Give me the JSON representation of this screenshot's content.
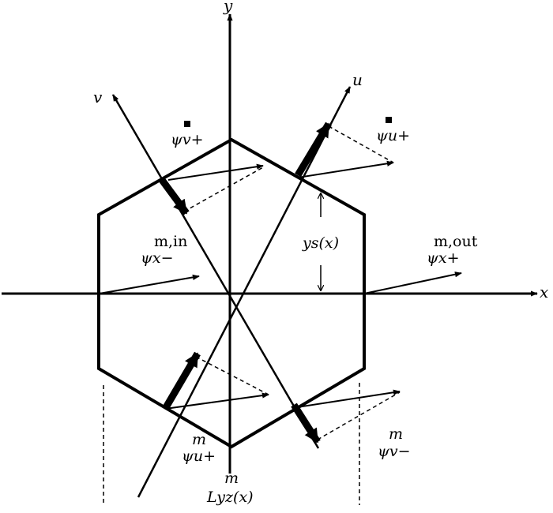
{
  "axes": {
    "x": "x",
    "y": "y",
    "u": "u",
    "v": "v"
  },
  "labels": {
    "psi_v_plus": {
      "sup": "",
      "main": "ψv+"
    },
    "psi_u_plus_top": {
      "sup": "",
      "main": "ψu+"
    },
    "psi_x_minus": {
      "sup": "m,in",
      "main": "ψx−"
    },
    "ys": "ys(x)",
    "psi_x_plus": {
      "sup": "m,out",
      "main": "ψx+"
    },
    "psi_u_plus_bottom": {
      "sup": "m",
      "main": "ψu+"
    },
    "psi_v_minus": {
      "sup": "m",
      "main": "ψv−"
    },
    "lyz": {
      "sup": "m",
      "main": "Lyz(x)"
    }
  },
  "colors": {
    "stroke": "#000000",
    "background": "#ffffff"
  }
}
